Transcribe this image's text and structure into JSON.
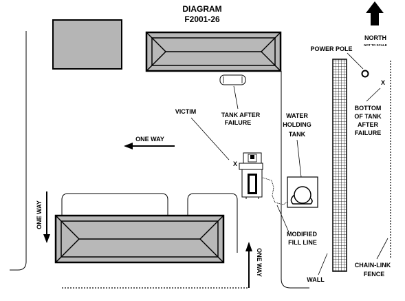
{
  "diagram": {
    "title": "DIAGRAM",
    "figure_id": "F2001-26",
    "north_label": "NORTH",
    "north_subtitle": "NOT TO SCALE"
  },
  "labels": {
    "power_pole": "POWER POLE",
    "tank_after_failure": [
      "TANK AFTER",
      "FAILURE"
    ],
    "victim": "VICTIM",
    "victim_marker": "X",
    "water_holding_tank": [
      "WATER",
      "HOLDING",
      "TANK"
    ],
    "bottom_of_tank": [
      "BOTTOM",
      "OF TANK",
      "AFTER",
      "FAILURE"
    ],
    "bottom_marker": "X",
    "one_way_top": "ONE WAY",
    "one_way_left": "ONE WAY",
    "one_way_bottom": "ONE WAY",
    "modified_fill_line": [
      "MODIFIED",
      "FILL LINE"
    ],
    "wall": "WALL",
    "chain_link_fence": [
      "CHAIN-LINK",
      "FENCE"
    ]
  },
  "colors": {
    "building_fill": "#b5b5b5",
    "roof_fill": "#b8b8b8",
    "line": "#000000"
  }
}
